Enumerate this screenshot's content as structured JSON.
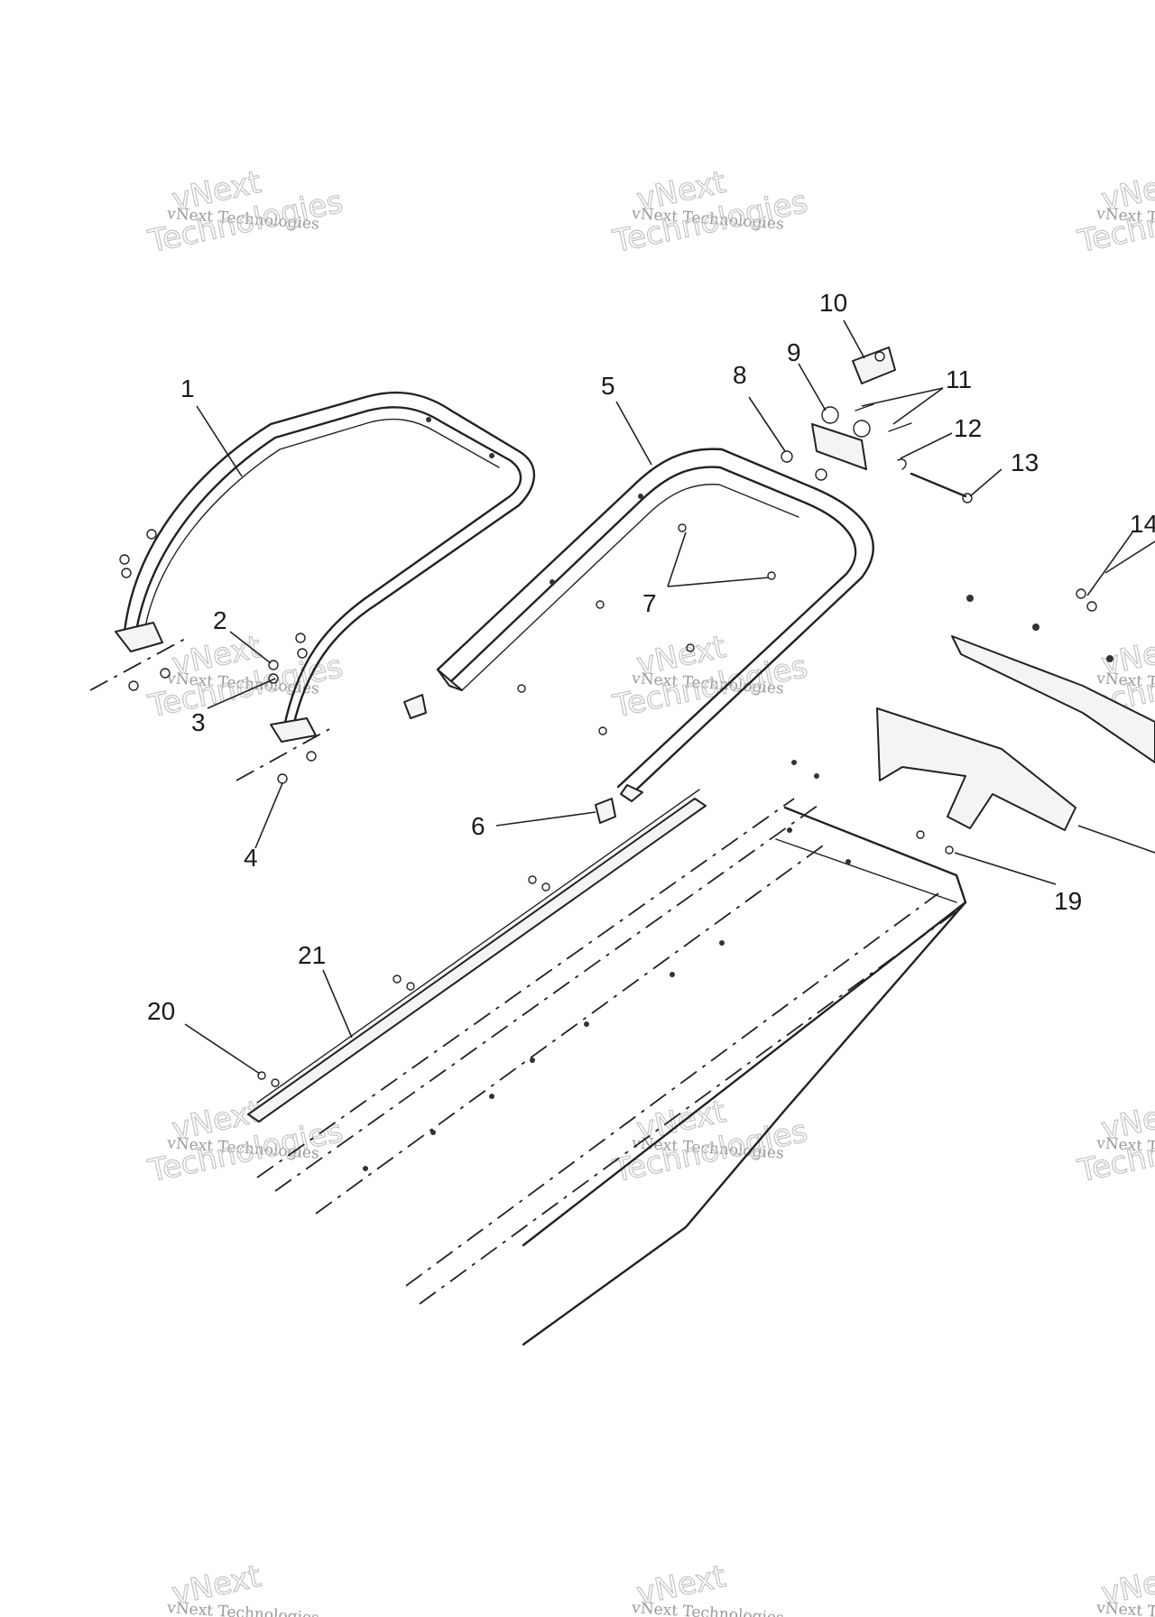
{
  "watermark": {
    "line1": "vNext Technologies",
    "line2": "vNext",
    "line3": "Technologies"
  },
  "callouts": {
    "c1": "1",
    "c2": "2",
    "c3": "3",
    "c4": "4",
    "c5": "5",
    "c6": "6",
    "c7": "7",
    "c8": "8",
    "c9": "9",
    "c10": "10",
    "c11": "11",
    "c12": "12",
    "c13": "13",
    "c14": "14",
    "c19": "19",
    "c20": "20",
    "c21": "21"
  }
}
